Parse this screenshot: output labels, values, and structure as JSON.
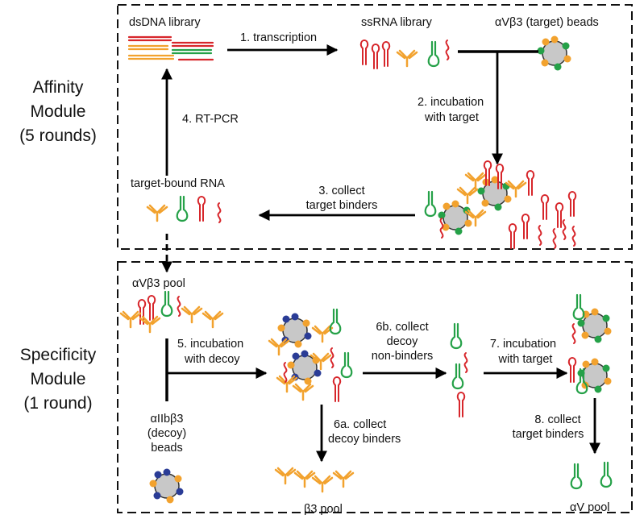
{
  "modules": {
    "affinity": {
      "line1": "Affinity",
      "line2": "Module",
      "line3": "(5 rounds)"
    },
    "specificity": {
      "line1": "Specificity",
      "line2": "Module",
      "line3": "(1 round)"
    }
  },
  "labels": {
    "dsdna": "dsDNA library",
    "ssrna": "ssRNA library",
    "target_beads": "αVβ3 (target) beads",
    "target_bound": "target-bound RNA",
    "avb3_pool": "αVβ3 pool",
    "decoy_1": "αIIbβ3",
    "decoy_2": "(decoy)",
    "decoy_3": "beads",
    "b3_pool": "β3 pool",
    "av_pool": "αV pool"
  },
  "steps": {
    "s1": "1. transcription",
    "s2a": "2. incubation",
    "s2b": "with target",
    "s3a": "3. collect",
    "s3b": "target binders",
    "s4": "4. RT-PCR",
    "s5a": "5. incubation",
    "s5b": "with decoy",
    "s6aa": "6a. collect",
    "s6ab": "decoy binders",
    "s6ba": "6b. collect",
    "s6bb": "decoy",
    "s6bc": "non-binders",
    "s7a": "7. incubation",
    "s7b": "with target",
    "s8a": "8. collect",
    "s8b": "target binders"
  },
  "colors": {
    "red_rna": "#d7262b",
    "orange_rna": "#f2a22e",
    "green_rna": "#25a148",
    "bead_fill": "#c8c8c8",
    "target_cap": "#25a148",
    "decoy_cap": "#2a3c96",
    "orange_cap": "#f2a22e"
  }
}
